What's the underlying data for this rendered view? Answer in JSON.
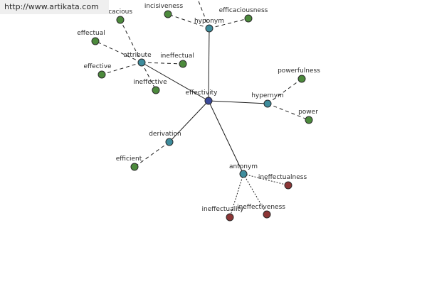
{
  "header": {
    "url": "http://www.artikata.com"
  },
  "colors": {
    "center": "#3b4a9a",
    "relation": "#3e8c9c",
    "synonym": "#4c8a3c",
    "antonym": "#8c3535"
  },
  "graph": {
    "nodes": [
      {
        "id": "effectivity",
        "label": "effectivity",
        "kind": "center"
      },
      {
        "id": "hyponym",
        "label": "hyponym",
        "kind": "relation"
      },
      {
        "id": "attribute",
        "label": "attribute",
        "kind": "relation"
      },
      {
        "id": "hypernym",
        "label": "hypernym",
        "kind": "relation"
      },
      {
        "id": "derivation",
        "label": "derivation",
        "kind": "relation"
      },
      {
        "id": "antonym",
        "label": "antonym",
        "kind": "relation"
      },
      {
        "id": "incisiveness",
        "label": "incisiveness",
        "kind": "synonym"
      },
      {
        "id": "efficaciousness",
        "label": "efficaciousness",
        "kind": "synonym"
      },
      {
        "id": "efficacious",
        "label": "efficacious",
        "kind": "synonym"
      },
      {
        "id": "effectual",
        "label": "effectual",
        "kind": "synonym"
      },
      {
        "id": "effective",
        "label": "effective",
        "kind": "synonym"
      },
      {
        "id": "ineffectual",
        "label": "ineffectual",
        "kind": "synonym"
      },
      {
        "id": "ineffective",
        "label": "ineffective",
        "kind": "synonym"
      },
      {
        "id": "powerfulness",
        "label": "powerfulness",
        "kind": "synonym"
      },
      {
        "id": "power",
        "label": "power",
        "kind": "synonym"
      },
      {
        "id": "efficient",
        "label": "efficient",
        "kind": "synonym"
      },
      {
        "id": "ineffectualness",
        "label": "ineffectualness",
        "kind": "antonym"
      },
      {
        "id": "ineffectuality",
        "label": "ineffectuality",
        "kind": "antonym"
      },
      {
        "id": "ineffectiveness",
        "label": "ineffectiveness",
        "kind": "antonym"
      }
    ],
    "edges": [
      {
        "from": "effectivity",
        "to": "hyponym",
        "style": "solid"
      },
      {
        "from": "effectivity",
        "to": "attribute",
        "style": "solid"
      },
      {
        "from": "effectivity",
        "to": "hypernym",
        "style": "solid"
      },
      {
        "from": "effectivity",
        "to": "derivation",
        "style": "solid"
      },
      {
        "from": "effectivity",
        "to": "antonym",
        "style": "solid"
      },
      {
        "from": "hyponym",
        "to": "incisiveness",
        "style": "dashed"
      },
      {
        "from": "hyponym",
        "to": "efficaciousness",
        "style": "dashed"
      },
      {
        "from": "hyponym",
        "to": "offscreen-top",
        "style": "dashed"
      },
      {
        "from": "attribute",
        "to": "efficacious",
        "style": "dashed"
      },
      {
        "from": "attribute",
        "to": "effectual",
        "style": "dashed"
      },
      {
        "from": "attribute",
        "to": "effective",
        "style": "dashed"
      },
      {
        "from": "attribute",
        "to": "ineffectual",
        "style": "dashed"
      },
      {
        "from": "attribute",
        "to": "ineffective",
        "style": "dashed"
      },
      {
        "from": "hypernym",
        "to": "powerfulness",
        "style": "dashed"
      },
      {
        "from": "hypernym",
        "to": "power",
        "style": "dashed"
      },
      {
        "from": "derivation",
        "to": "efficient",
        "style": "dashed"
      },
      {
        "from": "antonym",
        "to": "ineffectualness",
        "style": "dotted"
      },
      {
        "from": "antonym",
        "to": "ineffectuality",
        "style": "dotted"
      },
      {
        "from": "antonym",
        "to": "ineffectiveness",
        "style": "dotted"
      }
    ]
  }
}
